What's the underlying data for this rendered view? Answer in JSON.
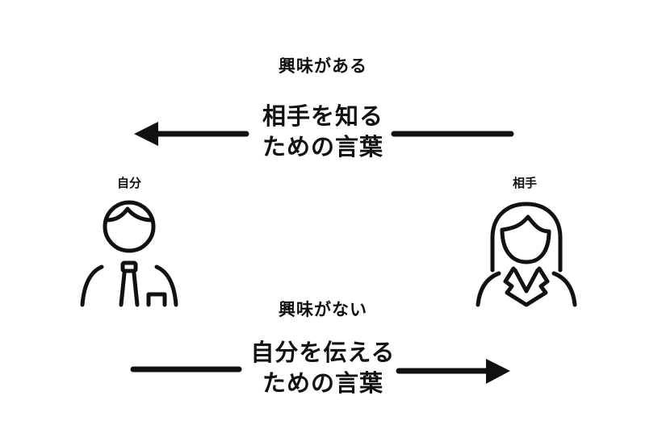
{
  "diagram": {
    "top_flow": {
      "condition_label": "興味がある",
      "message_line1": "相手を知る",
      "message_line2": "ための言葉",
      "direction": "right-to-left",
      "from": "相手",
      "to": "自分"
    },
    "bottom_flow": {
      "condition_label": "興味がない",
      "message_line1": "自分を伝える",
      "message_line2": "ための言葉",
      "direction": "left-to-right",
      "from": "自分",
      "to": "相手"
    },
    "left_person": {
      "label": "自分",
      "icon": "man-with-tie-icon"
    },
    "right_person": {
      "label": "相手",
      "icon": "woman-with-jacket-icon"
    },
    "colors": {
      "stroke": "#111111",
      "background": "#ffffff"
    }
  }
}
